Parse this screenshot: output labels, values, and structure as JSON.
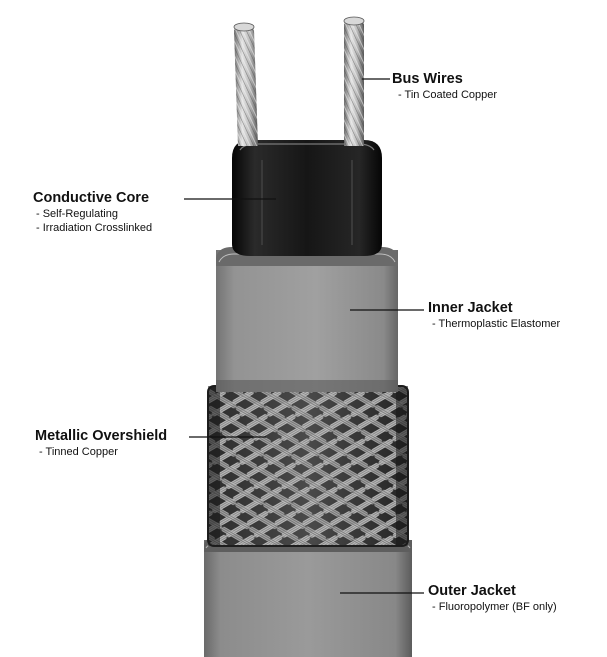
{
  "colors": {
    "background": "#ffffff",
    "jacket": "#8f8f8f",
    "core": "#141414",
    "copper_strand": "#c8c8c8",
    "leader_line": "#111111"
  },
  "components": [
    {
      "id": "bus",
      "title": "Bus Wires",
      "details": [
        "- Tin Coated Copper"
      ]
    },
    {
      "id": "core",
      "title": "Conductive Core",
      "details": [
        "- Self-Regulating",
        "- Irradiation Crosslinked"
      ]
    },
    {
      "id": "inner",
      "title": "Inner Jacket",
      "details": [
        "- Thermoplastic Elastomer"
      ]
    },
    {
      "id": "shield",
      "title": "Metallic Overshield",
      "details": [
        "- Tinned Copper"
      ]
    },
    {
      "id": "outer",
      "title": "Outer Jacket",
      "details": [
        "- Fluoropolymer (BF only)"
      ]
    }
  ]
}
